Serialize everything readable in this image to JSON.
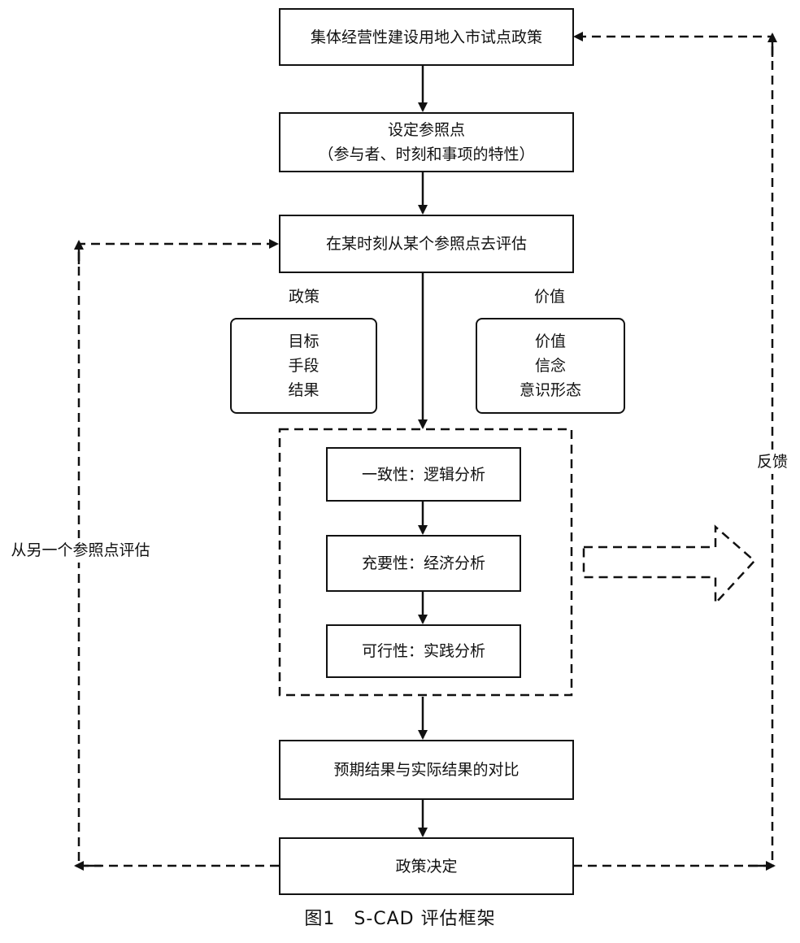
{
  "boxes": {
    "pilot_policy": "集体经营性建设用地入市试点政策",
    "reference_point_line1": "设定参照点",
    "reference_point_line2": "（参与者、时刻和事项的特性）",
    "evaluate": "在某时刻从某个参照点去评估",
    "policy_items": [
      "目标",
      "手段",
      "结果"
    ],
    "value_items": [
      "价值",
      "信念",
      "意识形态"
    ],
    "consistency": "一致性：逻辑分析",
    "adequacy": "充要性：经济分析",
    "feasibility": "可行性：实践分析",
    "compare": "预期结果与实际结果的对比",
    "decision": "政策决定"
  },
  "labels": {
    "policy_heading": "政策",
    "value_heading": "价值",
    "feedback": "反馈",
    "other_reference": "从另一个参照点评估"
  },
  "caption": "图1　S-CAD 评估框架"
}
